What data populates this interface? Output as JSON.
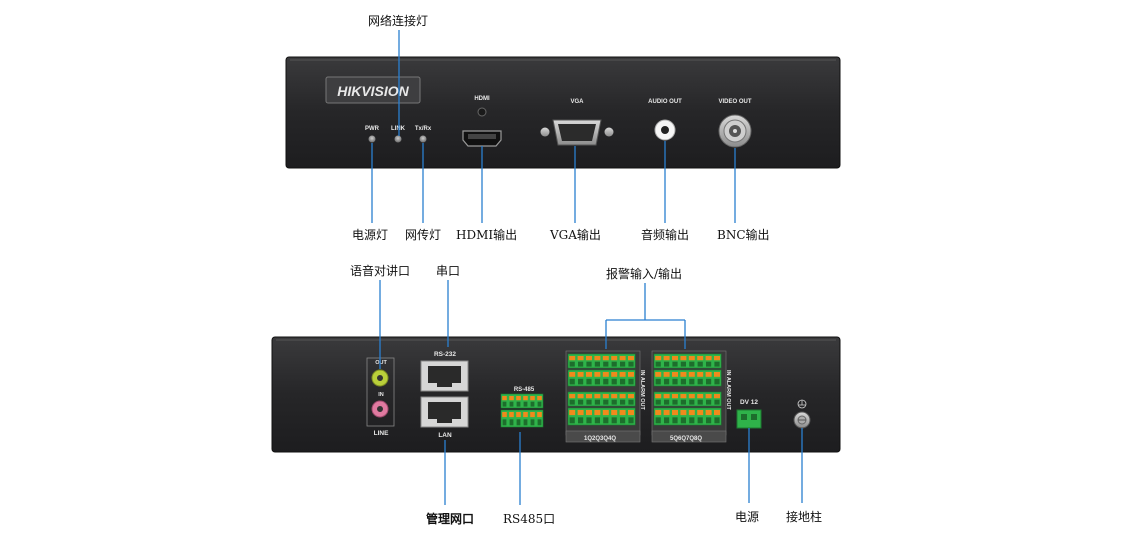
{
  "front_panel": {
    "brand": "HIKVISION",
    "indicators": {
      "pwr": "PWR",
      "link": "LINK",
      "txrx": "Tx/Rx"
    },
    "ports": {
      "hdmi": "HDMI",
      "vga": "VGA",
      "audio_out": "AUDIO OUT",
      "video_out": "VIDEO OUT"
    }
  },
  "rear_panel": {
    "line_out": "OUT",
    "line_in": "IN",
    "line": "LINE",
    "rs232": "RS-232",
    "lan": "LAN",
    "rs485": "RS-485",
    "alarm_left_codes": "1Q2Q3Q4Q",
    "alarm_right_codes": "5Q6Q7Q8Q",
    "alarm_side": "IN ALARM OUT",
    "dv12": "DV 12"
  },
  "callouts": {
    "network_led": "网络连接灯",
    "power_led": "电源灯",
    "transfer_led": "网传灯",
    "hdmi_out": "HDMI输出",
    "vga_out": "VGA输出",
    "audio_out": "音频输出",
    "bnc_out": "BNC输出",
    "intercom": "语音对讲口",
    "serial": "串口",
    "alarm_io": "报警输入/输出",
    "mgmt_port": "管理网口",
    "rs485_port": "RS485口",
    "power": "电源",
    "ground": "接地柱"
  },
  "colors": {
    "panel": "#2a2a2c",
    "terminal_green": "#2fb34a",
    "terminal_orange": "#f08a1c",
    "jack_green": "#b9cf3a",
    "jack_pink": "#e07aa0"
  }
}
